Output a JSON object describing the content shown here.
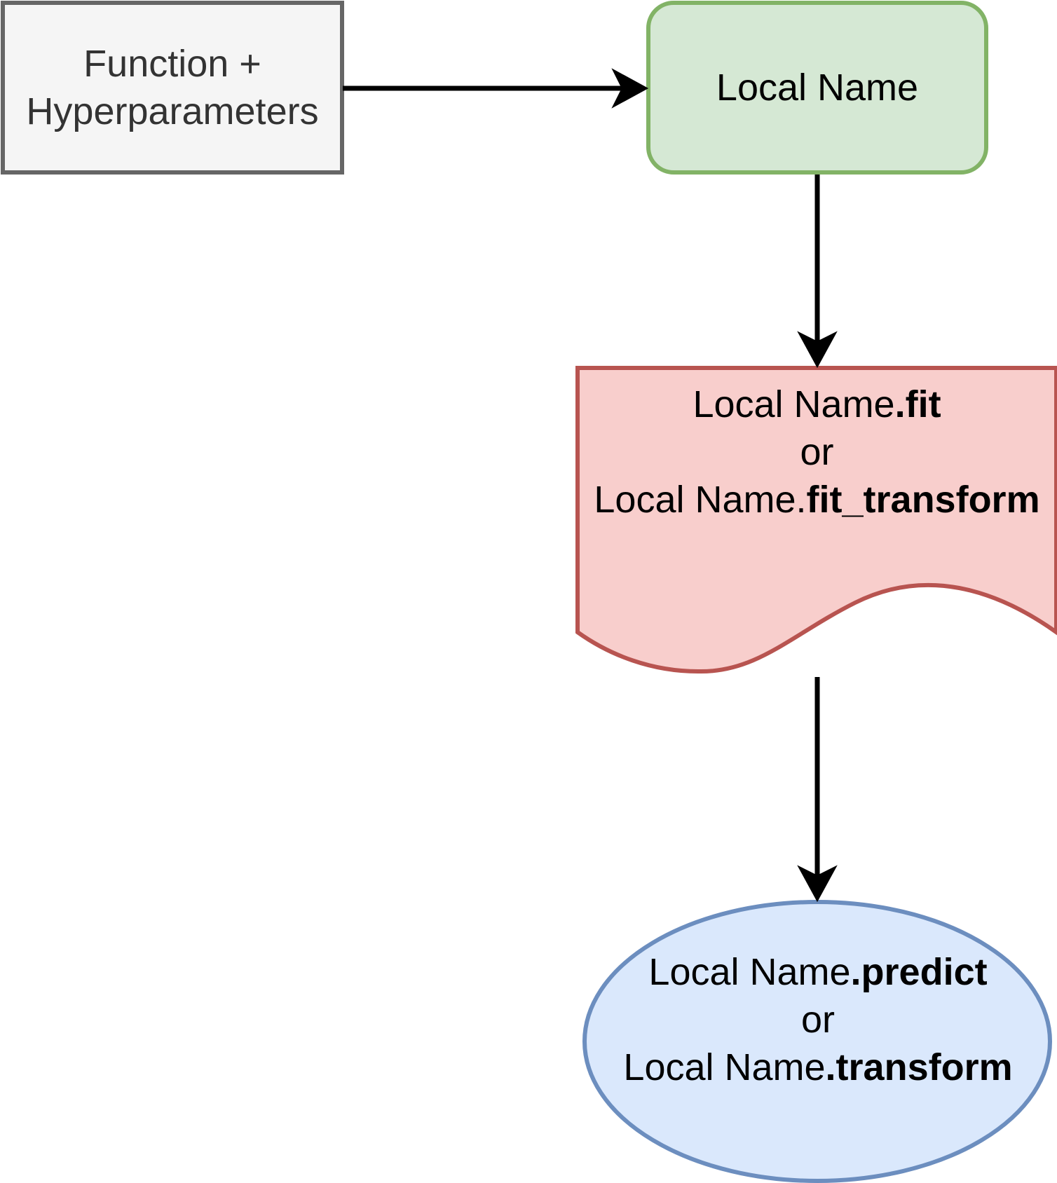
{
  "nodes": {
    "function": {
      "line1": "Function +",
      "line2": "Hyperparameters"
    },
    "local_name": {
      "label": "Local Name"
    },
    "fit": {
      "line1_prefix": "Local Name",
      "line1_bold": ".fit",
      "line2": "or",
      "line3_prefix": "Local Name.",
      "line3_bold": "fit_transform"
    },
    "predict": {
      "line1_prefix": "Local Name",
      "line1_bold": ".predict",
      "line2": "or",
      "line3_prefix": "Local Name",
      "line3_bold": ".transform"
    }
  },
  "colors": {
    "function_fill": "#f5f5f5",
    "function_stroke": "#666666",
    "local_fill": "#d5e8d4",
    "local_stroke": "#82b366",
    "fit_fill": "#f8cecc",
    "fit_stroke": "#b85450",
    "predict_fill": "#dae8fc",
    "predict_stroke": "#6c8ebf",
    "edge": "#000000"
  }
}
